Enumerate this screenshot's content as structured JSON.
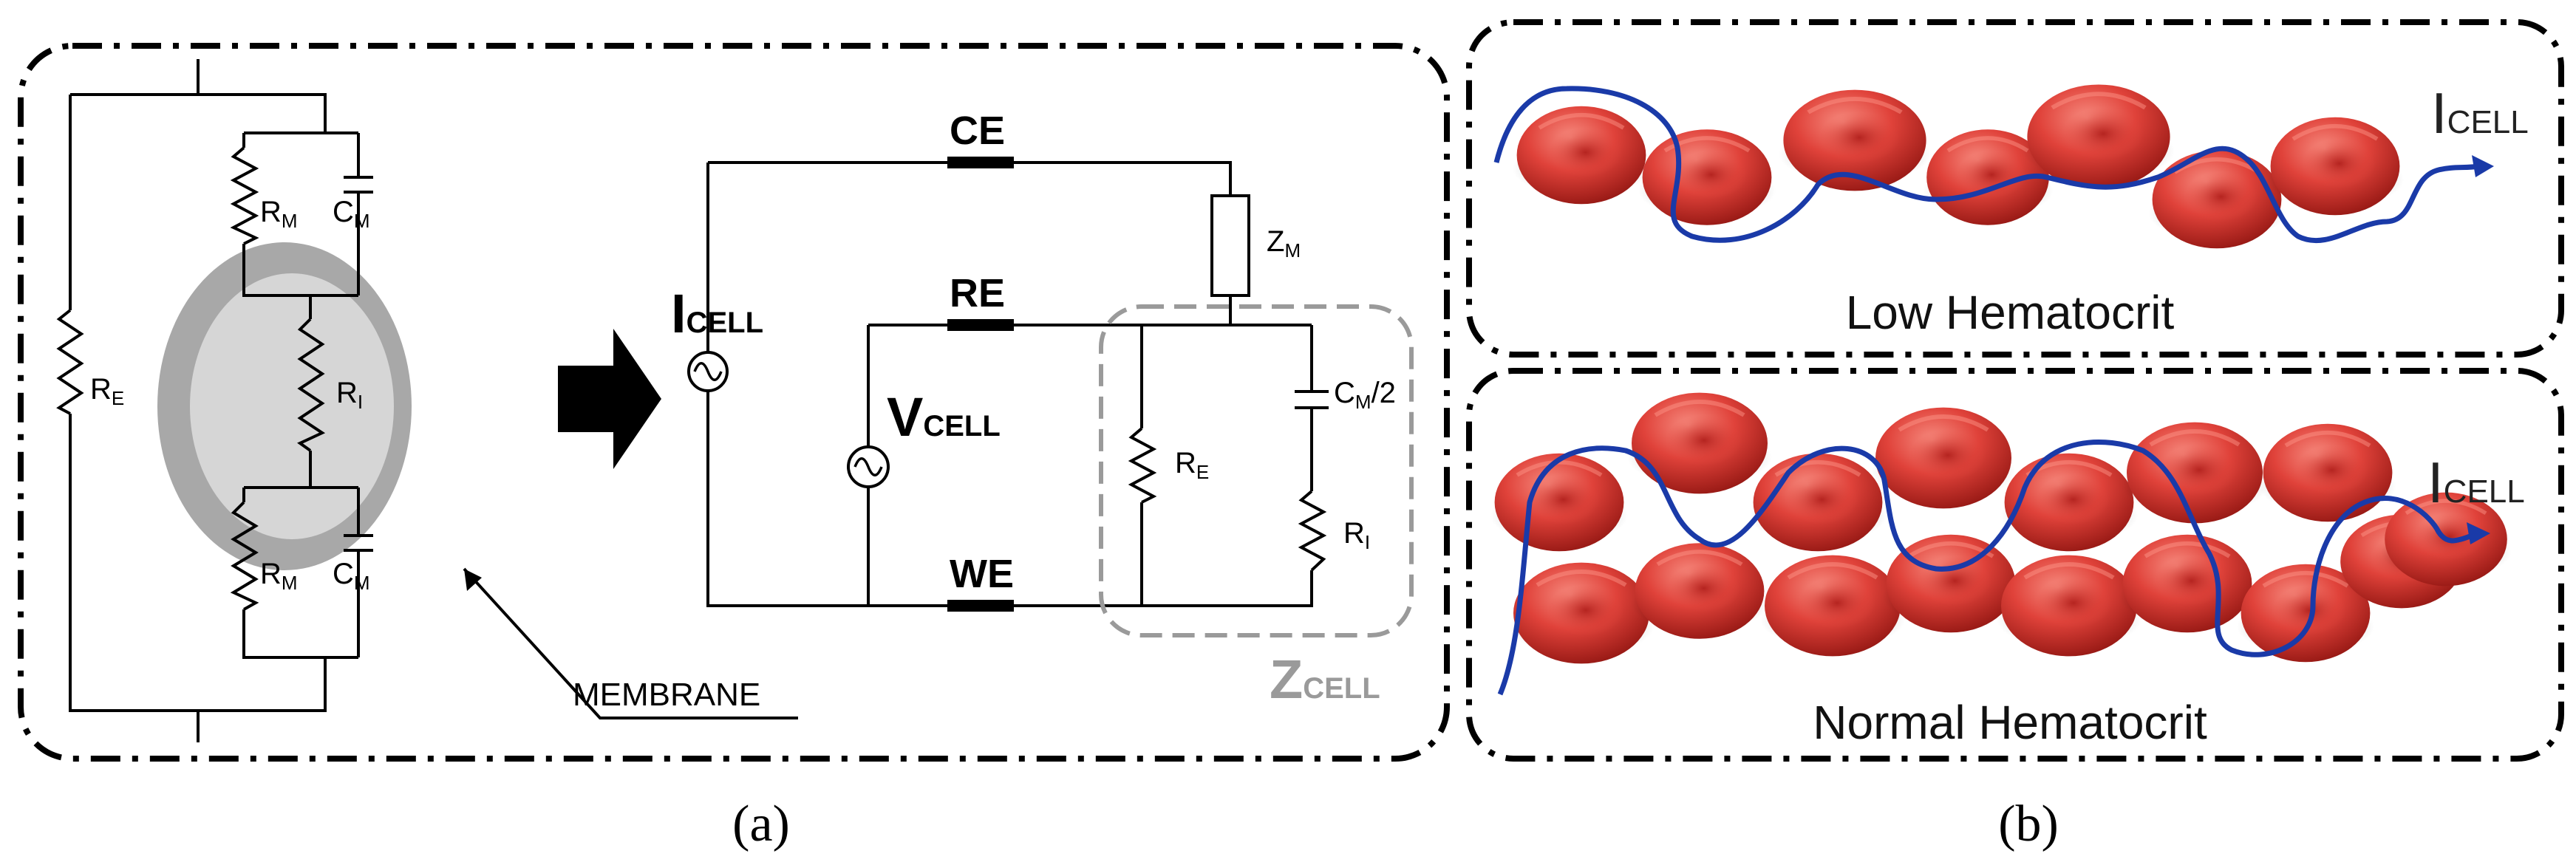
{
  "panel_a": {
    "caption": "(a)",
    "cell_model": {
      "re_label": {
        "main": "R",
        "sub": "E"
      },
      "rm_top_label": {
        "main": "R",
        "sub": "M"
      },
      "cm_top_label": {
        "main": "C",
        "sub": "M"
      },
      "ri_label": {
        "main": "R",
        "sub": "I"
      },
      "rm_bot_label": {
        "main": "R",
        "sub": "M"
      },
      "cm_bot_label": {
        "main": "C",
        "sub": "M"
      },
      "membrane_label": "MEMBRANE"
    },
    "circuit": {
      "ce_label": "CE",
      "re_electrode_label": "RE",
      "we_label": "WE",
      "icell_label": {
        "main": "I",
        "sub": "CELL"
      },
      "vcell_label": {
        "main": "V",
        "sub": "CELL"
      },
      "zm_label": {
        "main": "Z",
        "sub": "M"
      },
      "re_label": {
        "main": "R",
        "sub": "E"
      },
      "cm2_label": {
        "main": "C",
        "sub": "M",
        "tail": "/2"
      },
      "ri_label": {
        "main": "R",
        "sub": "I"
      },
      "zcell_label": {
        "main": "Z",
        "sub": "CELL"
      }
    }
  },
  "panel_b": {
    "caption": "(b)",
    "low": {
      "title": "Low Hematocrit",
      "current_label": {
        "main": "I",
        "sub": "CELL"
      }
    },
    "normal": {
      "title": "Normal Hematocrit",
      "current_label": {
        "main": "I",
        "sub": "CELL"
      }
    }
  },
  "colors": {
    "rbc": "#d9302a",
    "rbc_highlight": "#f07266",
    "current_path": "#1a3aa8",
    "membrane": "#a8a8a8",
    "cytoplasm": "#d6d6d6",
    "zcell_box": "#9a9a9a"
  }
}
